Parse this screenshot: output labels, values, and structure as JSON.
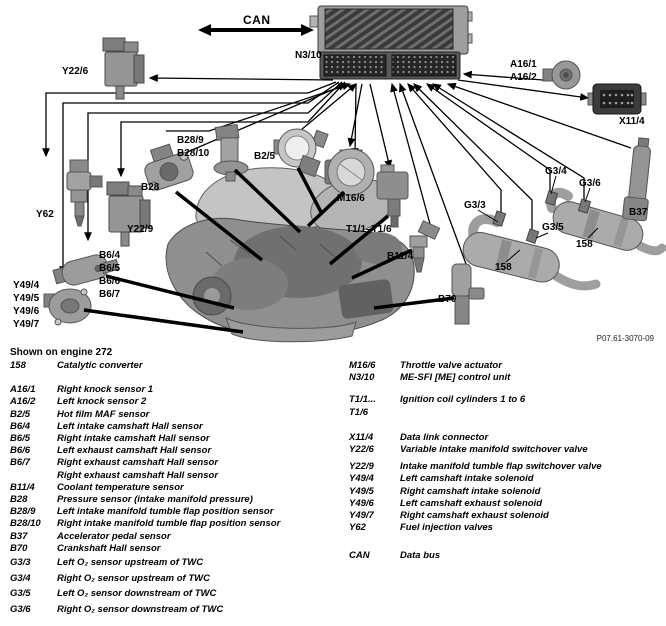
{
  "diagram": {
    "ref_number": "P07.61-3070-09",
    "labels": {
      "can": "CAN",
      "n3_10": "N3/10",
      "y22_6": "Y22/6",
      "a16": [
        "A16/1",
        "A16/2"
      ],
      "x11_4": "X11/4",
      "b28_flap": [
        "B28/9",
        "B28/10"
      ],
      "b28": "B28",
      "b2_5": "B2/5",
      "m16_6": "M16/6",
      "t1": "T1/1–T1/6",
      "b11_4": "B11/4",
      "g3_3": "G3/3",
      "g3_5": "G3/5",
      "cat_left": "158",
      "g3_4": "G3/4",
      "g3_6": "G3/6",
      "cat_right": "158",
      "b37": "B37",
      "b70": "B70",
      "y62": "Y62",
      "y22_9": "Y22/9",
      "b6": [
        "B6/4",
        "B6/5",
        "B6/6",
        "B6/7"
      ],
      "y49": [
        "Y49/4",
        "Y49/5",
        "Y49/6",
        "Y49/7"
      ]
    }
  },
  "legend": {
    "title": "Shown on engine 272",
    "left": [
      {
        "key": "158",
        "desc": "Catalytic converter"
      },
      {
        "key": "A16/1",
        "desc": "Right knock sensor 1",
        "gap": 12
      },
      {
        "key": "A16/2",
        "desc": "Left knock sensor 2"
      },
      {
        "key": "B2/5",
        "desc": "Hot film MAF sensor"
      },
      {
        "key": "B6/4",
        "desc": "Left intake camshaft Hall sensor"
      },
      {
        "key": "B6/5",
        "desc": "Right intake camshaft Hall sensor"
      },
      {
        "key": "B6/6",
        "desc": "Left exhaust camshaft Hall sensor"
      },
      {
        "key": "B6/7",
        "desc": "Right exhaust camshaft Hall sensor"
      },
      {
        "key": "",
        "desc": "Right exhaust camshaft Hall sensor"
      },
      {
        "key": "B11/4",
        "desc": "Coolant temperature sensor"
      },
      {
        "key": "B28",
        "desc": "Pressure sensor (intake manifold pressure)"
      },
      {
        "key": "B28/9",
        "desc": "Left intake manifold tumble flap position sensor"
      },
      {
        "key": "B28/10",
        "desc": "Right intake manifold tumble flap position sensor"
      },
      {
        "key": "B37",
        "desc": "Accelerator pedal sensor"
      },
      {
        "key": "B70",
        "desc": "Crankshaft Hall sensor"
      },
      {
        "key": "G3/3",
        "desc": "Left O₂ sensor upstream of TWC",
        "tall": true
      },
      {
        "key": "G3/4",
        "desc": "Right O₂ sensor upstream of TWC",
        "tall": true
      },
      {
        "key": "G3/5",
        "desc": "Left O₂ sensor downstream of TWC",
        "tall": true
      },
      {
        "key": "G3/6",
        "desc": "Right O₂ sensor downstream of TWC",
        "tall": true
      }
    ],
    "right": [
      {
        "key": "M16/6",
        "desc": "Throttle valve actuator"
      },
      {
        "key": "N3/10",
        "desc": "ME-SFI [ME] control unit"
      },
      {
        "key": "T1/1...",
        "desc": "Ignition coil cylinders 1 to 6",
        "gap": 10
      },
      {
        "key": "T1/6",
        "desc": ""
      },
      {
        "key": "X11/4",
        "desc": "Data link connector",
        "gap": 13
      },
      {
        "key": "Y22/6",
        "desc": "Variable intake manifold switchover valve"
      },
      {
        "key": "Y22/9",
        "desc": "Intake manifold tumble flap switchover valve",
        "gap": 5
      },
      {
        "key": "Y49/4",
        "desc": "Left camshaft intake solenoid"
      },
      {
        "key": "Y49/5",
        "desc": "Right camshaft intake solenoid"
      },
      {
        "key": "Y49/6",
        "desc": "Left camshaft exhaust solenoid"
      },
      {
        "key": "Y49/7",
        "desc": "Right camshaft exhaust solenoid"
      },
      {
        "key": "Y62",
        "desc": "Fuel injection valves"
      },
      {
        "key": "CAN",
        "desc": "Data bus",
        "gap": 16
      }
    ]
  }
}
